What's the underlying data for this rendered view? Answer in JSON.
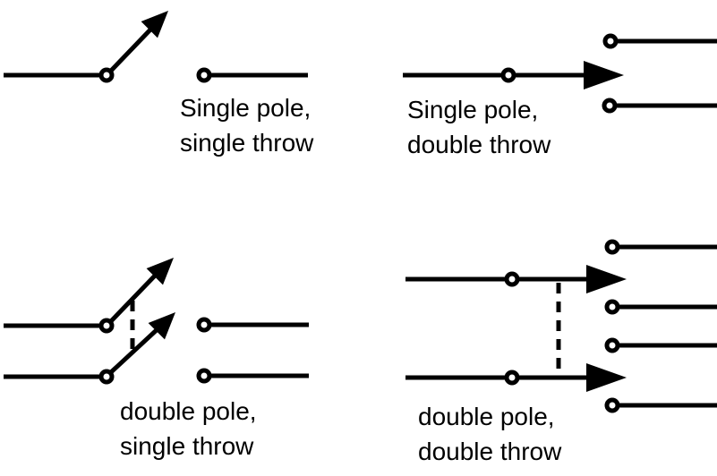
{
  "canvas": {
    "background": "#ffffff",
    "ink": "#000000"
  },
  "diagrams": [
    {
      "name": "single-pole-single-throw",
      "label": {
        "line1": "Single pole,",
        "line2": "single throw"
      }
    },
    {
      "name": "single-pole-double-throw",
      "label": {
        "line1": "Single pole,",
        "line2": "double throw"
      }
    },
    {
      "name": "double-pole-single-throw",
      "label": {
        "line1": "double pole,",
        "line2": "single throw"
      }
    },
    {
      "name": "double-pole-double-throw",
      "label": {
        "line1": "double pole,",
        "line2": "double throw"
      }
    }
  ]
}
